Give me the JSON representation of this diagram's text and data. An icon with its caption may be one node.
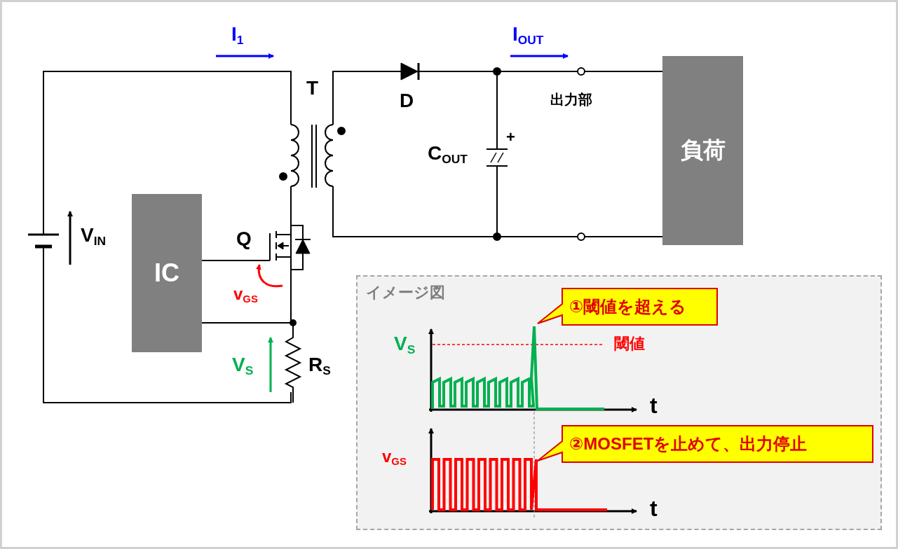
{
  "diagram": {
    "nodes": [
      {
        "text": [
          "IC"
        ]
      },
      {
        "text": [
          "負荷"
        ]
      },
      {
        "text": [
          "イメージ図"
        ]
      },
      {
        "text": [
          "①閾値を超える"
        ],
        "in": 2
      },
      {
        "text": [
          "②MOSFETを止めて、出力停止"
        ],
        "in": 2
      }
    ],
    "labels": [
      "I$_{1}$",
      "I$_{OUT}$",
      "T",
      "D",
      "出力部",
      "+",
      "C$_{OUT}$",
      "V$_{IN}$",
      "Q",
      "v$_{GS}$",
      "V$_{S}$",
      "R$_{S}$",
      "V$_{S}$",
      "閾値",
      "t",
      "v$_{GS}$",
      "t"
    ]
  }
}
